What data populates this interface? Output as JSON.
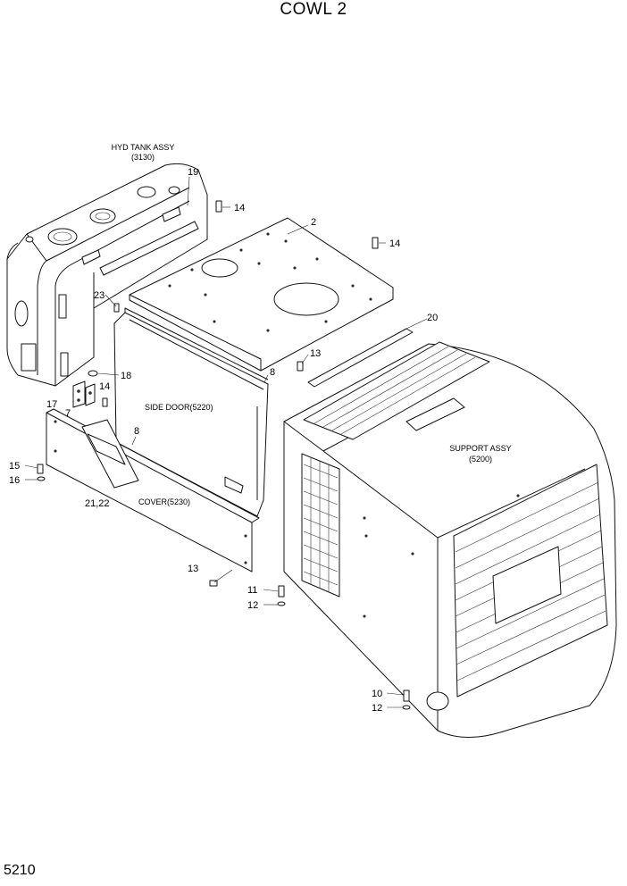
{
  "title": "COWL 2",
  "page_number": "5210",
  "callouts": {
    "n2": "2",
    "n7": "7",
    "n8a": "8",
    "n8b": "8",
    "n10": "10",
    "n11": "11",
    "n12a": "12",
    "n12b": "12",
    "n13a": "13",
    "n13b": "13",
    "n14a": "14",
    "n14b": "14",
    "n14c": "14",
    "n15": "15",
    "n16": "16",
    "n17": "17",
    "n18": "18",
    "n19": "19",
    "n20": "20",
    "n21_22": "21,22",
    "n23": "23"
  },
  "captions": {
    "hyd_tank": "HYD TANK ASSY",
    "hyd_tank_code": "(3130)",
    "side_door": "SIDE DOOR(5220)",
    "cover": "COVER(5230)",
    "support_assy": "SUPPORT ASSY",
    "support_assy_code": "(5200)"
  }
}
